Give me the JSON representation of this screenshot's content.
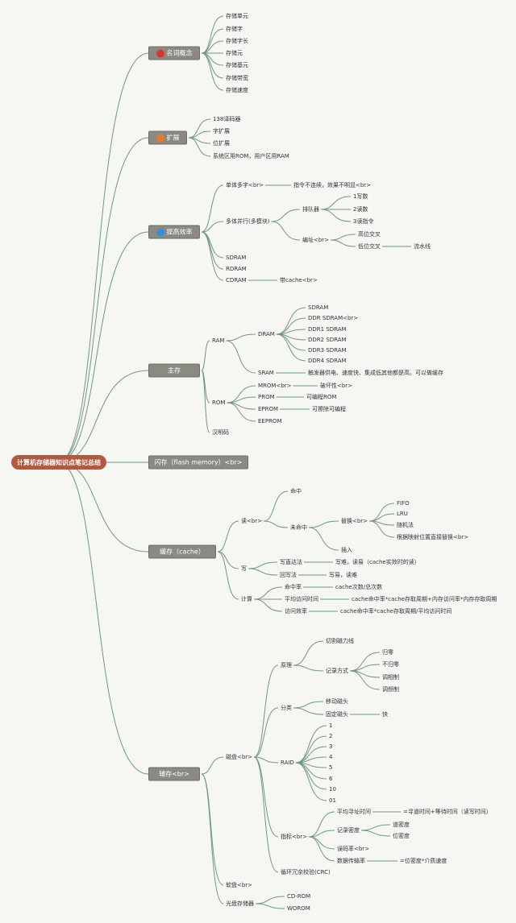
{
  "root": "计算机存储器知识点笔记总结",
  "branches": {
    "b1": "名词概念",
    "b2": "扩展",
    "b3": "提高效率",
    "b4": "主存",
    "b5": "闪存（flash memory）<br>",
    "b6": "缓存（cache）",
    "b7": "辅存<br>"
  },
  "badge_colors": {
    "b1": "#d9362b",
    "b2": "#e87a2e",
    "b3": "#3a8fd9"
  },
  "n": {
    "a1": "存储单元",
    "a2": "存储字",
    "a3": "存储字长",
    "a4": "存储元",
    "a5": "存储基元",
    "a6": "存储带宽",
    "a7": "存储速度",
    "e1": "138译码器",
    "e2": "字扩展",
    "e3": "位扩展",
    "e4": "系统区用ROM，用户区用RAM",
    "t1": "单体多字<br>",
    "t1a": "指令不连续，效果不明显<br>",
    "t2": "多体并行(多模块)",
    "t2a": "排队器",
    "t2a1": "1写数",
    "t2a2": "2读数",
    "t2a3": "3读指令",
    "t2b": "编址<br>",
    "t2b1": "高位交叉",
    "t2b2": "低位交叉",
    "t2b2a": "流水线",
    "t3": "SDRAM",
    "t4": "RDRAM",
    "t5": "CDRAM",
    "t5a": "带cache<br>",
    "m1": "RAM",
    "m1a": "DRAM",
    "m1a1": "SDRAM",
    "m1a2": "DDR SDRAM<br>",
    "m1a3": "DDR1 SDRAM",
    "m1a4": "DDR2 SDRAM",
    "m1a5": "DDR3 SDRAM",
    "m1a6": "DDR4 SDRAM",
    "m1b": "SRAM",
    "m1b1": "触发器供电、速度快、集成低其他都是高。可以做缓存",
    "m2": "ROM",
    "m2a": "MROM<br>",
    "m2a1": "破坏性<br>",
    "m2b": "PROM",
    "m2b1": "可编程ROM",
    "m2c": "EPROM",
    "m2c1": "可擦除可编程",
    "m2d": "EEPROM",
    "m3": "汉明码",
    "c1": "读<br>",
    "c1a": "命中",
    "c1b": "未命中",
    "c1b1": "替换<br>",
    "c1b1a": "FIFO",
    "c1b1b": "LRU",
    "c1b1c": "随机法",
    "c1b1d": "根据映射位置直接替换<br>",
    "c1b2": "插入",
    "c2": "写",
    "c2a": "写直达法",
    "c2a1": "写难，读易（cache实效时的读）",
    "c2b": "回写法",
    "c2b1": "写易，读难",
    "c3": "计算",
    "c3a": "命中率",
    "c3a1": "cache次数/总次数",
    "c3b": "平均访问时间",
    "c3b1": "cache命中率*cache存取周期+内存访问率*内存存取周期",
    "c3c": "访问效率",
    "c3c1": "cache命中率*cache存取周期/平均访问时间",
    "d1": "磁盘<br>",
    "d1a": "原理",
    "d1a1": "切割磁力线",
    "d1a2": "记录方式",
    "d1a2a": "归零",
    "d1a2b": "不归零",
    "d1a2c": "调相制",
    "d1a2d": "调频制",
    "d1b": "分类",
    "d1b1": "移动磁头",
    "d1b2": "固定磁头",
    "d1b2a": "快",
    "d1c": "RAID",
    "r1": "1",
    "r2": "2",
    "r3": "3",
    "r4": "4",
    "r5": "5",
    "r6": "6",
    "r10": "10",
    "r01": "01",
    "d1d": "指标<br>",
    "d1d1": "平均寻址时间",
    "d1d1a": "=寻道时间+等待时间（读写时间）",
    "d1d2": "记录密度",
    "d1d2a": "道密度",
    "d1d2b": "位密度",
    "d1d3": "误码率<br>",
    "d1d4": "数据传输率",
    "d1d4a": "=位密度*介质速度",
    "d1e": "循环冗余校验(CRC)",
    "d2": "软盘<br>",
    "d3": "光盘存储器",
    "d3a": "CD-ROM",
    "d3b": "WOROM"
  }
}
